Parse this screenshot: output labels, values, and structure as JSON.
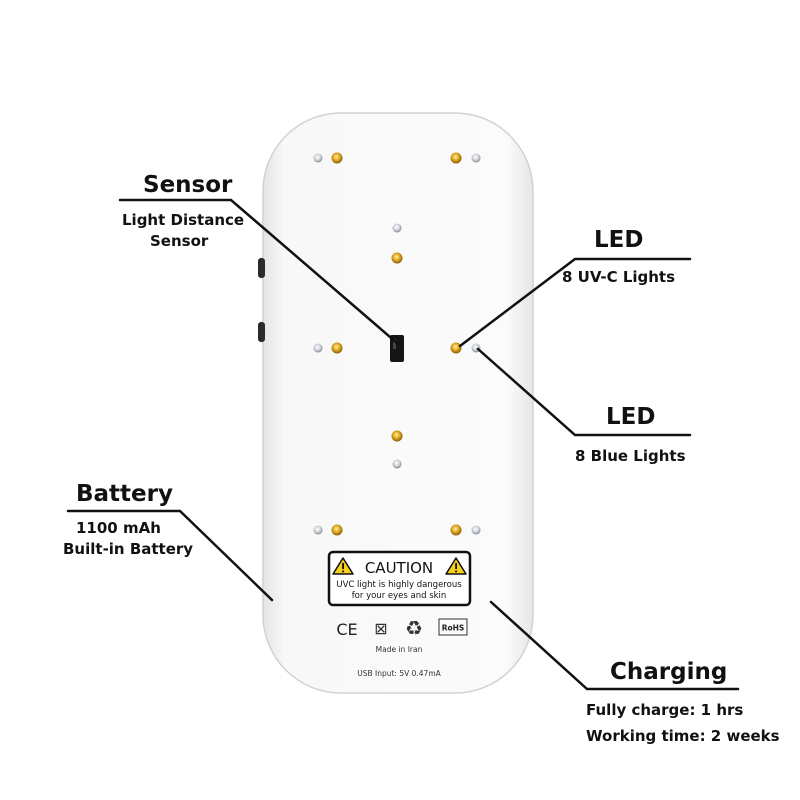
{
  "sensor": {
    "title": "Sensor",
    "line1": "Light Distance",
    "line2": "Sensor"
  },
  "led_uvc": {
    "title": "LED",
    "desc": "8 UV-C Lights"
  },
  "led_blue": {
    "title": "LED",
    "desc": "8 Blue Lights"
  },
  "battery": {
    "title": "Battery",
    "line1": "1100 mAh",
    "line2": "Built-in Battery"
  },
  "charging": {
    "title": "Charging",
    "line1": "Fully charge: 1 hrs",
    "line2": "Working time: 2 weeks"
  },
  "caution": {
    "title": "CAUTION",
    "line1": "UVC light is highly dangerous",
    "line2": "for your eyes and skin"
  },
  "device": {
    "ce_mark": "CE",
    "rohs_mark": "RoHS",
    "recycle_mark": "♻",
    "weee_mark": "⊠",
    "made_in": "Made in Iran",
    "usb_input": "USB Input: 5V  0.47mA"
  },
  "colors": {
    "body": "#f7f7f7",
    "uvc_led": "#d9a01c",
    "blue_led": "#c7ccd2",
    "ink": "#111111",
    "warning": "#f4d018"
  }
}
